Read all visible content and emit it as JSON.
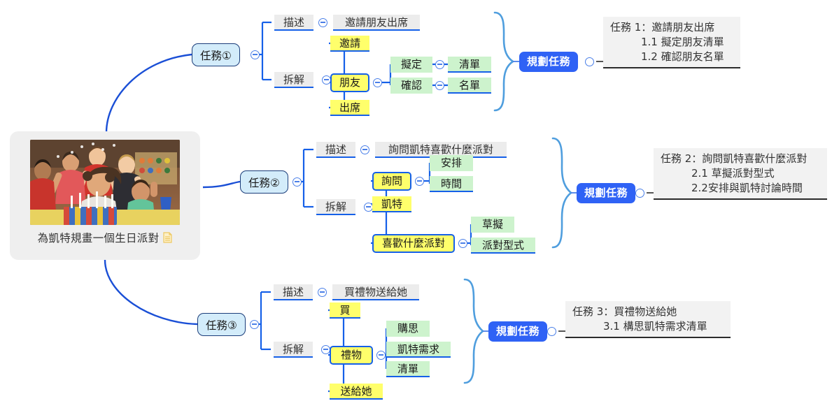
{
  "document": {
    "type": "mind-map",
    "title": "為凱特規畫一個生日派對"
  },
  "root": {
    "caption": "為凱特規畫一個生日派對",
    "doc_icon": "document-icon",
    "photo_alt": "birthday-party-photo"
  },
  "labels": {
    "description": "描述",
    "decompose": "拆解",
    "plan_task": "規劃任務",
    "toggle": "collapse-toggle-icon"
  },
  "colors": {
    "task_fill": "#d3ecfa",
    "task_border": "#1b3d7a",
    "keyword_yellow": "#ffff6b",
    "keyword_green": "#cdf3cd",
    "chip_grey": "#ececec",
    "accent_blue": "#1560e8",
    "badge_blue": "#2f62f5",
    "brace_blue": "#4f9ede",
    "root_card": "#efefef",
    "summary_bg": "#f2f2f2"
  },
  "branches": [
    {
      "id": "task-1",
      "task_label": "任務①",
      "description_label": "描述",
      "description_text": "邀請朋友出席",
      "decompose_label": "拆解",
      "keywords": [
        {
          "text": "邀請",
          "color": "yellow",
          "boxed": false
        },
        {
          "text": "朋友",
          "color": "yellow",
          "boxed": true
        },
        {
          "text": "出席",
          "color": "yellow",
          "boxed": false
        }
      ],
      "sub_pairs": [
        {
          "verb": "擬定",
          "object": "清單"
        },
        {
          "verb": "確認",
          "object": "名單"
        }
      ],
      "plan_badge": "規劃任務",
      "summary": {
        "heading": "任務 1：邀請朋友出席",
        "items": [
          "1.1 擬定朋友清單",
          "1.2 確認朋友名單"
        ]
      }
    },
    {
      "id": "task-2",
      "task_label": "任務②",
      "description_label": "描述",
      "description_text": "詢問凱特喜歡什麼派對",
      "decompose_label": "拆解",
      "keywords": [
        {
          "text": "詢問",
          "color": "yellow",
          "boxed": true
        },
        {
          "text": "凱特",
          "color": "yellow",
          "boxed": false
        },
        {
          "text": "喜歡什麼派對",
          "color": "yellow",
          "boxed": true
        }
      ],
      "sub_groups": [
        {
          "parent": "詢問",
          "children": [
            "安排",
            "時間"
          ]
        },
        {
          "parent": "喜歡什麼派對",
          "children": [
            "草擬",
            "派對型式"
          ]
        }
      ],
      "plan_badge": "規劃任務",
      "summary": {
        "heading": "任務 2：詢問凱特喜歡什麼派對",
        "items": [
          "2.1 草擬派對型式",
          "2.2安排與凱特討論時間"
        ]
      }
    },
    {
      "id": "task-3",
      "task_label": "任務③",
      "description_label": "描述",
      "description_text": "買禮物送給她",
      "decompose_label": "拆解",
      "keywords": [
        {
          "text": "買",
          "color": "yellow",
          "boxed": false
        },
        {
          "text": "禮物",
          "color": "yellow",
          "boxed": true
        },
        {
          "text": "送給她",
          "color": "yellow",
          "boxed": false
        }
      ],
      "sub_groups": [
        {
          "parent": "禮物",
          "children": [
            "購思",
            "凱特需求",
            "清單"
          ]
        }
      ],
      "plan_badge": "規劃任務",
      "summary": {
        "heading": "任務 3：買禮物送給她",
        "items": [
          "3.1 構思凱特需求清單"
        ]
      }
    }
  ]
}
